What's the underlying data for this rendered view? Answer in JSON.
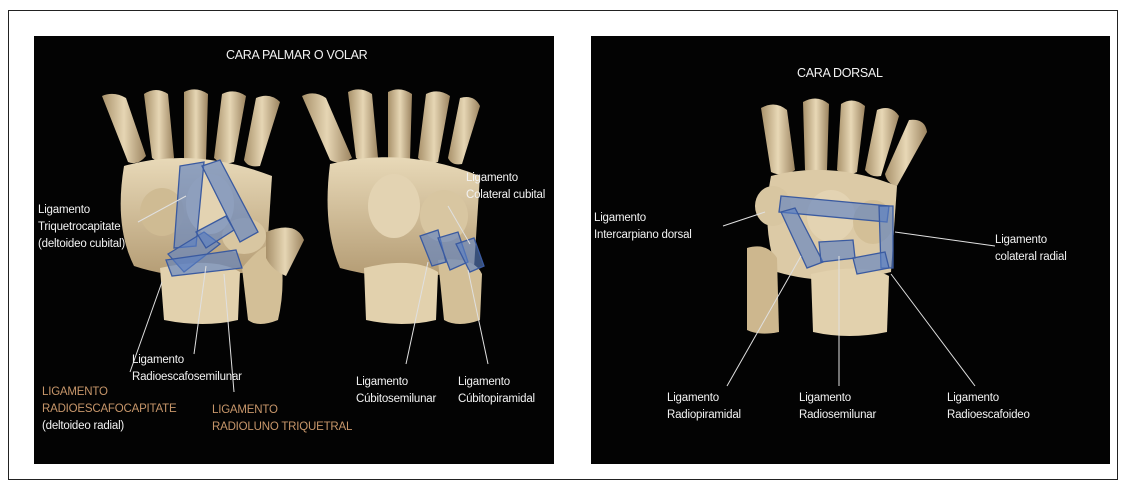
{
  "panels": {
    "left": {
      "title": "CARA PALMAR O VOLAR",
      "labels": {
        "triquetrocapitate": [
          "Ligamento",
          "Triquetrocapitate",
          "(deltoideo cubital)"
        ],
        "radioescafosemilunar": [
          "Ligamento",
          "Radioescafosemilunar"
        ],
        "radioescafocapitate": [
          "LIGAMENTO",
          "RADIOESCAFOCAPITATE",
          "(deltoideo radial)"
        ],
        "radioluno_triquetral": [
          "LIGAMENTO",
          "RADIOLUNO TRIQUETRAL"
        ],
        "colateral_cubital": [
          "Ligamento",
          "Colateral cubital"
        ],
        "cubitosemilunar": [
          "Ligamento",
          "Cúbitosemilunar"
        ],
        "cubitopiramidal": [
          "Ligamento",
          "Cúbitopiramidal"
        ]
      }
    },
    "right": {
      "title": "CARA DORSAL",
      "labels": {
        "intercarpiano_dorsal": [
          "Ligamento",
          "Intercarpiano dorsal"
        ],
        "colateral_radial": [
          "Ligamento",
          "colateral radial"
        ],
        "radiopiramidal": [
          "Ligamento",
          "Radiopiramidal"
        ],
        "radiosemilunar": [
          "Ligamento",
          "Radiosemilunar"
        ],
        "radioescafoideo": [
          "Ligamento",
          "Radioescafoideo"
        ]
      }
    }
  },
  "colors": {
    "panel_background": "#030303",
    "bone": "#d9c7a3",
    "ligament_fill": "#5b7fc4",
    "label_white": "#f2f2f2",
    "label_orange": "#c7966a"
  }
}
